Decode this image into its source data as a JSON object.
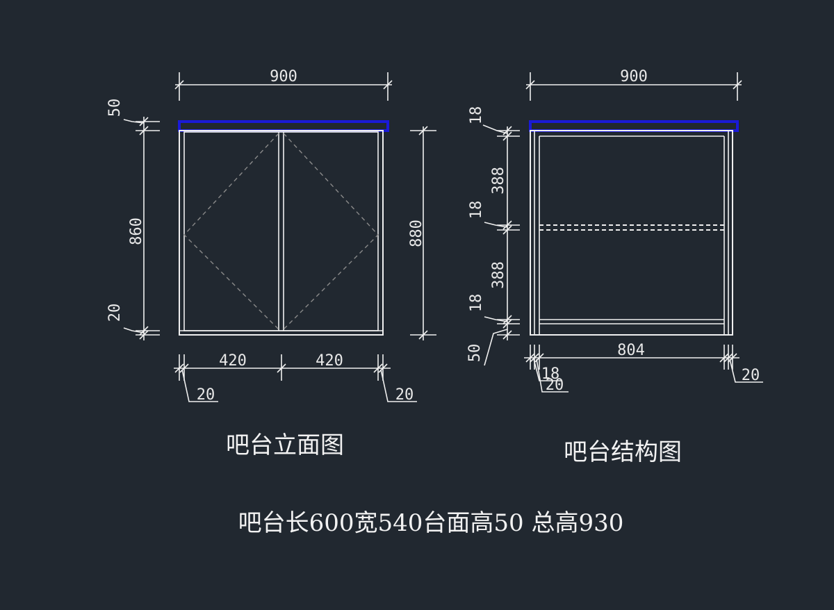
{
  "elevation": {
    "caption": "吧台立面图",
    "dims": {
      "width_top": "900",
      "top_thickness": "50",
      "height_left": "860",
      "bottom_left": "20",
      "height_right": "880",
      "door_left": "420",
      "door_right": "420",
      "side_left": "20",
      "side_right": "20"
    }
  },
  "structure": {
    "caption": "吧台结构图",
    "dims": {
      "width_top": "900",
      "top_panel": "18",
      "upper_space": "388",
      "shelf": "18",
      "lower_space": "388",
      "bottom_panel": "18",
      "plinth": "50",
      "inner_width": "804",
      "side_a": "18",
      "side_b": "20",
      "side_right": "20"
    }
  },
  "note": "吧台长600宽540台面高50 总高930",
  "colors": {
    "background": "#212830",
    "lines": "#f0f0f0",
    "countertop": "#1a1ad8",
    "hidden": "#8a8a8a"
  }
}
